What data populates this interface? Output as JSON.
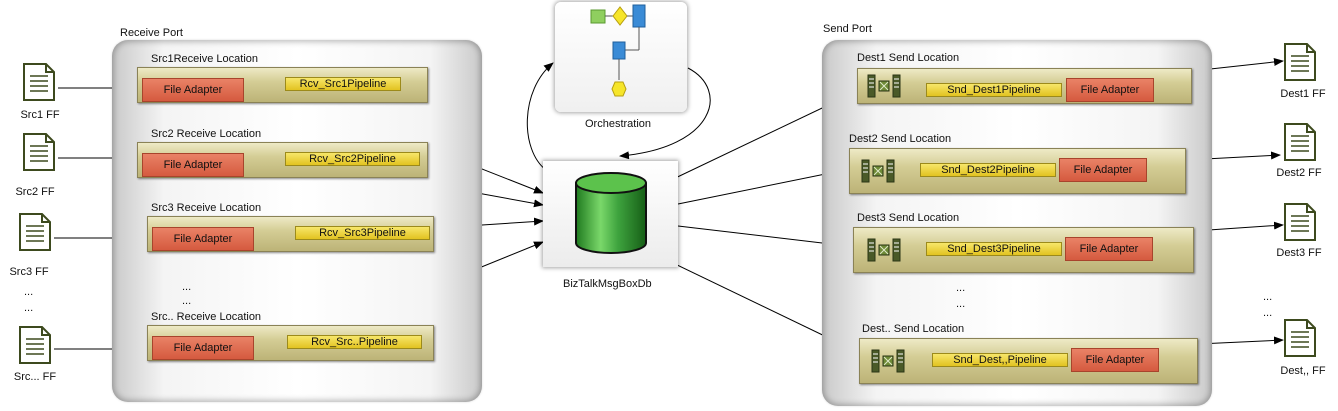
{
  "receive_port": {
    "title": "Receive Port",
    "locations": [
      {
        "name": "Src1Receive Location",
        "adapter": "File Adapter",
        "pipeline": "Rcv_Src1Pipeline"
      },
      {
        "name": "Src2 Receive Location",
        "adapter": "File Adapter",
        "pipeline": "Rcv_Src2Pipeline"
      },
      {
        "name": "Src3 Receive Location",
        "adapter": "File Adapter",
        "pipeline": "Rcv_Src3Pipeline"
      },
      {
        "name": "Src.. Receive Location",
        "adapter": "File Adapter",
        "pipeline": "Rcv_Src..Pipeline"
      }
    ],
    "ellipsis": [
      "...",
      "..."
    ]
  },
  "send_port": {
    "title": "Send Port",
    "locations": [
      {
        "name": "Dest1 Send Location",
        "adapter": "File Adapter",
        "pipeline": "Snd_Dest1Pipeline"
      },
      {
        "name": "Dest2 Send Location",
        "adapter": "File Adapter",
        "pipeline": "Snd_Dest2Pipeline"
      },
      {
        "name": "Dest3 Send Location",
        "adapter": "File Adapter",
        "pipeline": "Snd_Dest3Pipeline"
      },
      {
        "name": "Dest.. Send Location",
        "adapter": "File Adapter",
        "pipeline": "Snd_Dest,,Pipeline"
      }
    ],
    "ellipsis": [
      "...",
      "..."
    ]
  },
  "sources": [
    "Src1 FF",
    "Src2 FF",
    "Src3 FF",
    "Src... FF"
  ],
  "source_ellipsis": [
    "...",
    "..."
  ],
  "destinations": [
    "Dest1 FF",
    "Dest2 FF",
    "Dest3 FF",
    "Dest,, FF"
  ],
  "dest_ellipsis": [
    "...",
    "..."
  ],
  "orchestration": {
    "label": "Orchestration"
  },
  "msgbox": {
    "label": "BizTalkMsgBoxDb"
  },
  "colors": {
    "adapter": "#d55a3f",
    "pipeline": "#e2c321",
    "location": "#d4cd95",
    "db": "#2e9a2e",
    "file_icon": "#3d4a1e"
  }
}
